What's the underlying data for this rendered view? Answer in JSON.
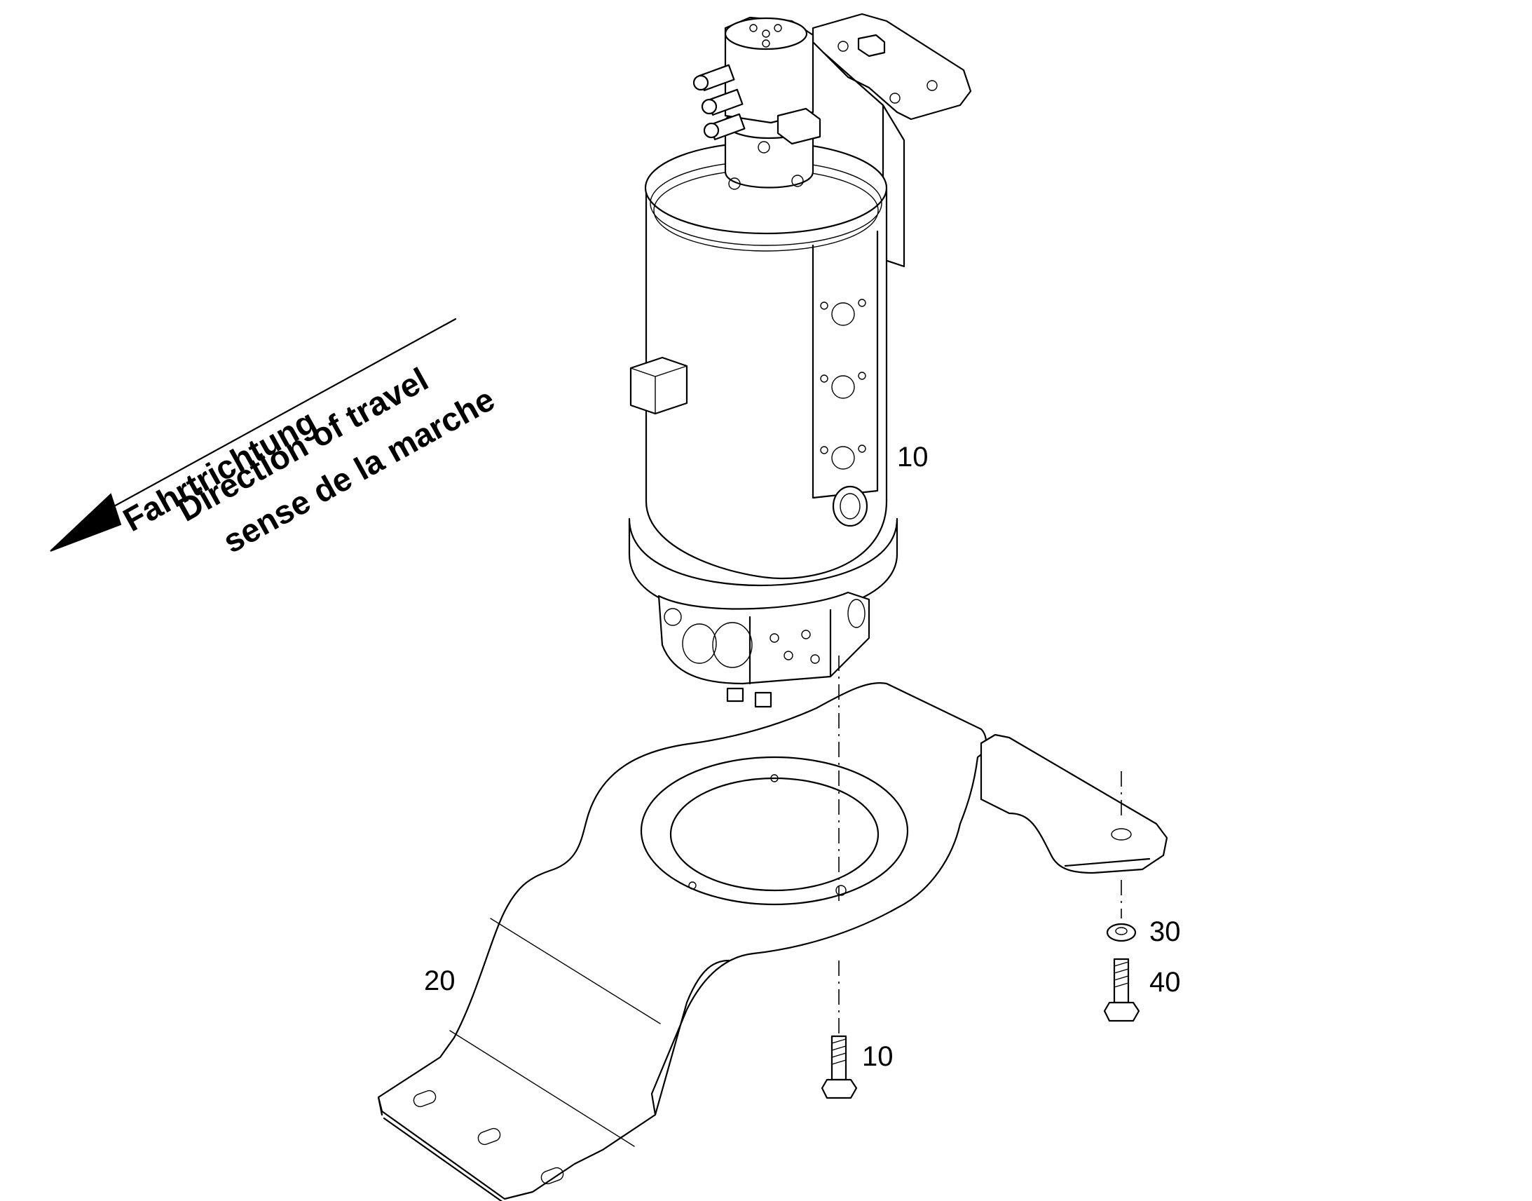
{
  "direction_arrow": {
    "lines": [
      "Fahrtrichtung",
      "Direction of travel",
      "sense de la marche"
    ]
  },
  "callouts": {
    "swivel_joint": "10",
    "mounting_bracket": "20",
    "bolt_10": "10",
    "washer": "30",
    "bolt_40": "40"
  }
}
